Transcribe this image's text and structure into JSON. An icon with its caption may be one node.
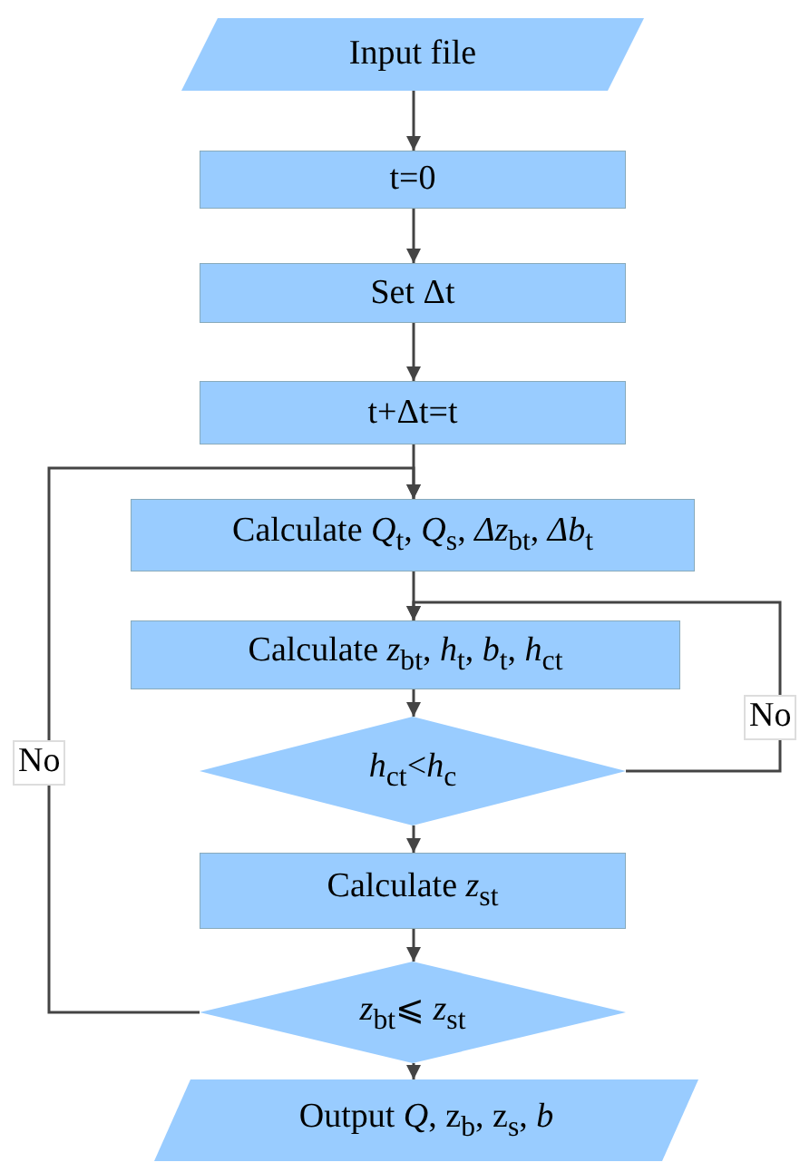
{
  "diagram": {
    "nodes": [
      {
        "text": [
          "Input file"
        ]
      },
      {
        "text": [
          "t=0"
        ]
      },
      {
        "text": [
          "Set Δt"
        ]
      },
      {
        "text": [
          "t+Δt=t"
        ]
      },
      {
        "text": [
          "Calculate *Q*$_{t}$, *Q*$_{s}$, *Δz*$_{bt}$, *Δb*$_{t}$"
        ]
      },
      {
        "text": [
          "Calculate *z*$_{bt}$, *h*$_{t}$, *b*$_{t}$, *h*$_{ct}$"
        ]
      },
      {
        "text": [
          "*h*$_{ct}$<*h*$_{c}$"
        ]
      },
      {
        "text": [
          "Calculate *z*$_{st}$"
        ]
      },
      {
        "text": [
          "*z*$_{bt}$⩽ *z*$_{st}$"
        ]
      },
      {
        "text": [
          "Output *Q*, z$_{b}$, z$_{s}$, *b*"
        ]
      }
    ],
    "edges": [
      {
        "from": 0,
        "to": 1,
        "arrow": "to"
      },
      {
        "from": 1,
        "to": 2,
        "arrow": "to"
      },
      {
        "from": 2,
        "to": 3,
        "arrow": "to"
      },
      {
        "from": 3,
        "to": 4,
        "arrow": "to"
      },
      {
        "from": 4,
        "to": 5,
        "arrow": "to"
      },
      {
        "from": 5,
        "to": 6,
        "arrow": "to"
      },
      {
        "from": 6,
        "to": 7,
        "arrow": "to"
      },
      {
        "from": 7,
        "to": 8,
        "arrow": "to"
      },
      {
        "from": 8,
        "to": 9,
        "arrow": "to"
      },
      {
        "from": 6,
        "to": 5,
        "arrow": "to",
        "label": "No"
      },
      {
        "from": 8,
        "to": 4,
        "arrow": "to",
        "label": "No"
      }
    ]
  }
}
